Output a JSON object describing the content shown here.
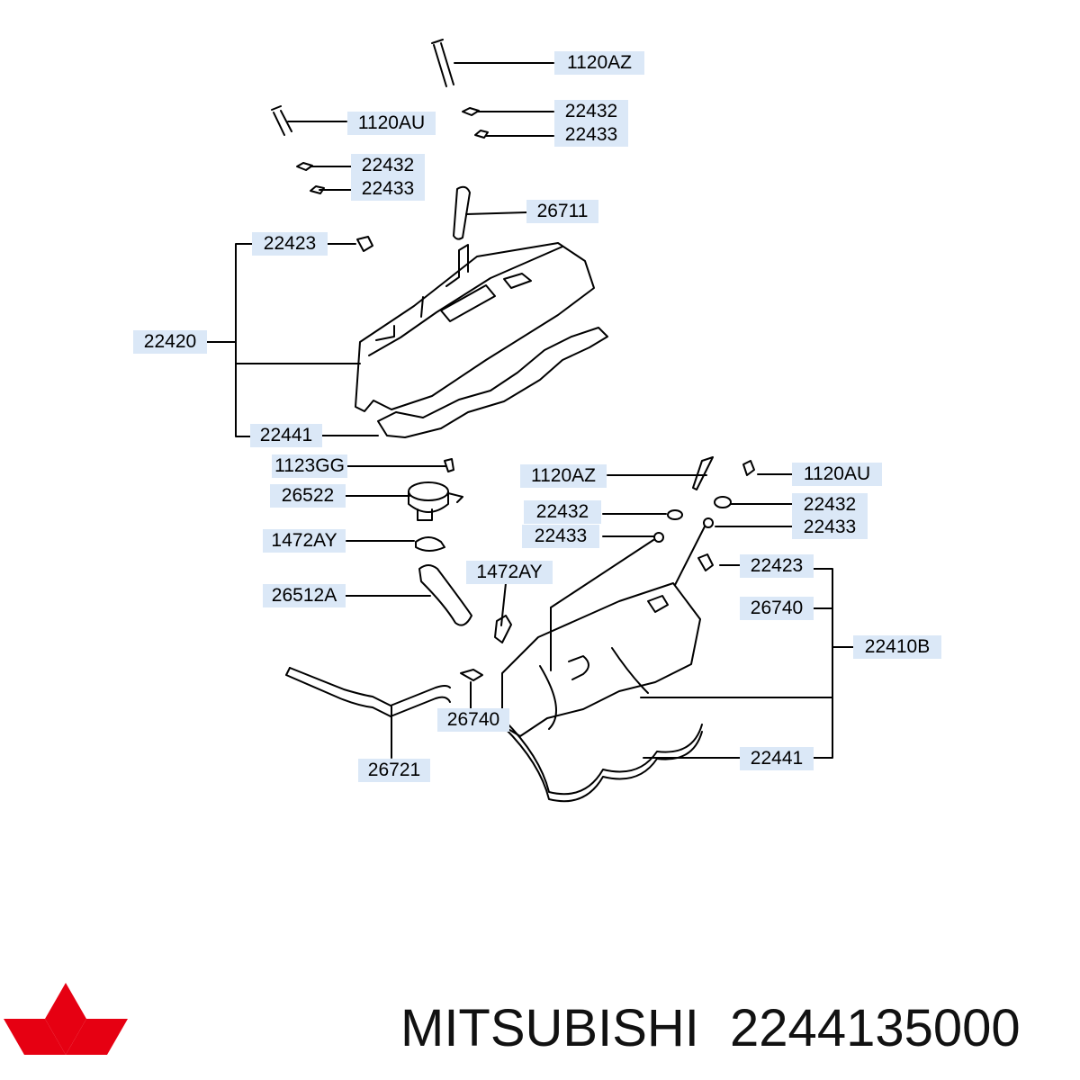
{
  "callouts": {
    "c1120az_top": "1120AZ",
    "c22432_r1": "22432",
    "c22433_r1": "22433",
    "c1120au_top": "1120AU",
    "c22432_l1": "22432",
    "c22433_l1": "22433",
    "c26711": "26711",
    "c22423_top": "22423",
    "c22420": "22420",
    "c22441_top": "22441",
    "c1123gg": "1123GG",
    "c26522": "26522",
    "c1472ay_l": "1472AY",
    "c26512a": "26512A",
    "c1472ay_m": "1472AY",
    "c26740_l": "26740",
    "c26721": "26721",
    "c1120az_mid": "1120AZ",
    "c22432_mid": "22432",
    "c22433_mid": "22433",
    "c1120au_r": "1120AU",
    "c22432_r2": "22432",
    "c22433_r2": "22433",
    "c22423_r": "22423",
    "c26740_r": "26740",
    "c22410b": "22410B",
    "c22441_r": "22441"
  },
  "footer": {
    "brand": "MITSUBISHI",
    "part_number": "2244135000"
  },
  "colors": {
    "label_bg": "#dbe8f7",
    "logo_red": "#e60012",
    "line": "#000000"
  }
}
